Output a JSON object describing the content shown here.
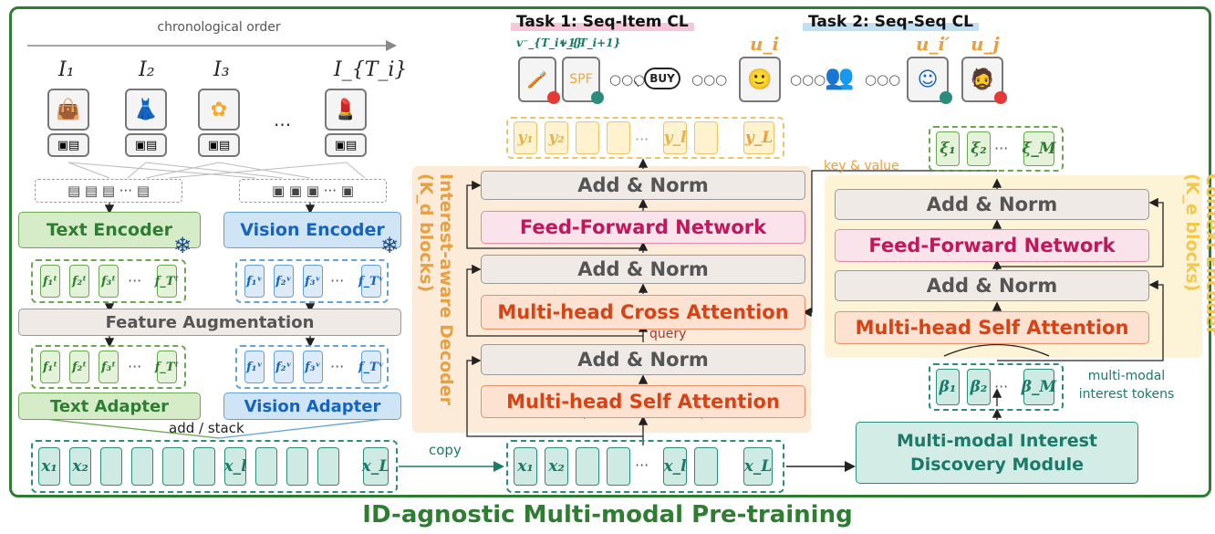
{
  "caption": "ID-agnostic Multi-modal Pre-training",
  "chronological_order": "chronological order",
  "items": [
    "I₁",
    "I₂",
    "I₃",
    "I_{T_i}"
  ],
  "ellipsis": "···",
  "text_encoder": "Text Encoder",
  "vision_encoder": "Vision Encoder",
  "feature_augmentation": "Feature Augmentation",
  "text_adapter": "Text Adapter",
  "vision_adapter": "Vision Adapter",
  "add_stack": "add / stack",
  "text_feats": [
    "f₁ᵗ",
    "f₂ᵗ",
    "f₃ᵗ",
    "f_Tᵗ"
  ],
  "vision_feats": [
    "f₁ᵛ",
    "f₂ᵛ",
    "f₃ᵛ",
    "f_Tᵛ"
  ],
  "seq_tokens": [
    "x₁",
    "x₂",
    "x_l",
    "x_L"
  ],
  "copy": "copy",
  "decoder": {
    "side_label": "Interest-aware Decoder (K_d blocks)",
    "add_norm": "Add & Norm",
    "ffn": "Feed-Forward Network",
    "cross_attn": "Multi-head Cross Attention",
    "self_attn": "Multi-head Self Attention",
    "query": "query",
    "outputs": [
      "y₁",
      "y₂",
      "y_l",
      "y_L"
    ]
  },
  "encoder": {
    "side_label": "Context Encoder (K_e blocks)",
    "add_norm": "Add & Norm",
    "ffn": "Feed-Forward Network",
    "self_attn": "Multi-head Self Attention",
    "key_value": "key & value",
    "outputs": [
      "ξ₁",
      "ξ₂",
      "ξ_M"
    ]
  },
  "interest_tokens": [
    "β₁",
    "β₂",
    "β_M"
  ],
  "interest_tokens_label": "multi-modal interest tokens",
  "mid_module": "Multi-modal Interest Discovery Module",
  "task1": "Task 1: Seq-Item CL",
  "task2": "Task 2: Seq-Seq CL",
  "task_labels": {
    "neg_item": "v⁻_{T_i+1}",
    "pos_item": "v_{T_i+1}",
    "ui": "u_i",
    "ui_prime": "u_i′",
    "uj": "u_j"
  },
  "buy": "BUY",
  "colors": {
    "green": "#2e7d32",
    "blue": "#1565c0",
    "teal": "#1b7a6a",
    "orange": "#e8a040"
  }
}
